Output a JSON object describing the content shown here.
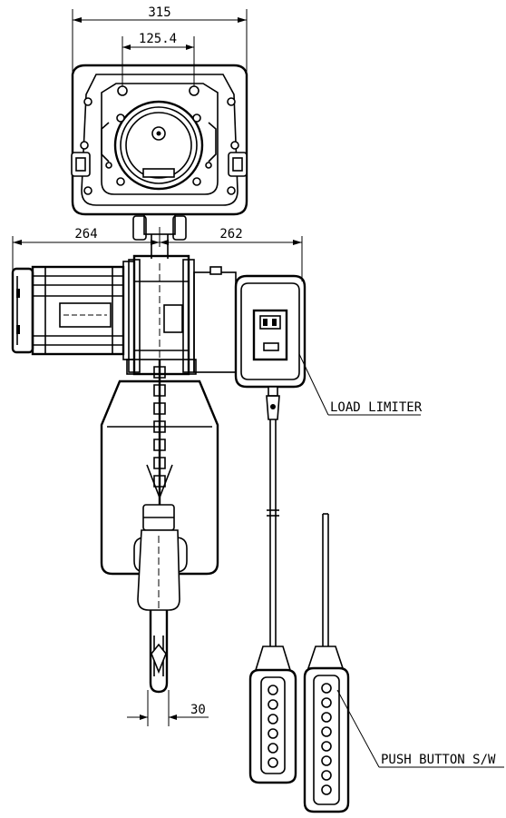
{
  "dimensions": {
    "overall_top": "315",
    "bolt_spacing": "125.4",
    "left_extent": "264",
    "right_extent": "262",
    "hook_width": "30"
  },
  "callouts": {
    "load_limiter": "LOAD LIMITER",
    "push_button": "PUSH BUTTON S/W"
  },
  "colors": {
    "line": "#000000",
    "background": "#ffffff"
  }
}
